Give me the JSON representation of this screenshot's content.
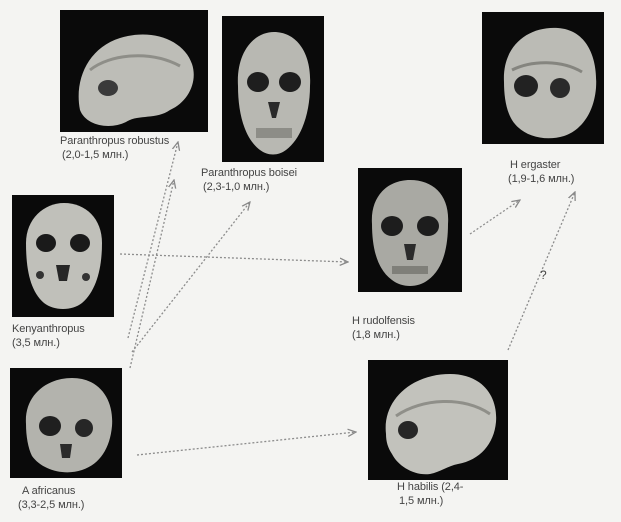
{
  "specimens": [
    {
      "id": "p-robustus",
      "name": "Paranthropus robustus",
      "dates": "(2,0-1,5 млн.)"
    },
    {
      "id": "p-boisei",
      "name": "Paranthropus boisei",
      "dates": "(2,3-1,0 млн.)"
    },
    {
      "id": "h-ergaster",
      "name": "H ergaster",
      "dates": "(1,9-1,6 млн.)"
    },
    {
      "id": "kenyanthropus",
      "name": "Kenyanthropus",
      "dates": "(3,5 млн.)"
    },
    {
      "id": "h-rudolfensis",
      "name": "H rudolfensis",
      "dates": "(1,8 млн.)"
    },
    {
      "id": "a-africanus",
      "name": "A africanus",
      "dates": "(3,3-2,5 млн.)"
    },
    {
      "id": "h-habilis",
      "name": "H habilis (2,4-",
      "dates": "1,5 млн.)"
    }
  ],
  "uncertain_link_mark": "?",
  "colors": {
    "background": "#f4f4f2",
    "photo_bg": "#0a0a0a",
    "skull": "#b9b9b4",
    "arrow": "#8a8a8a"
  }
}
